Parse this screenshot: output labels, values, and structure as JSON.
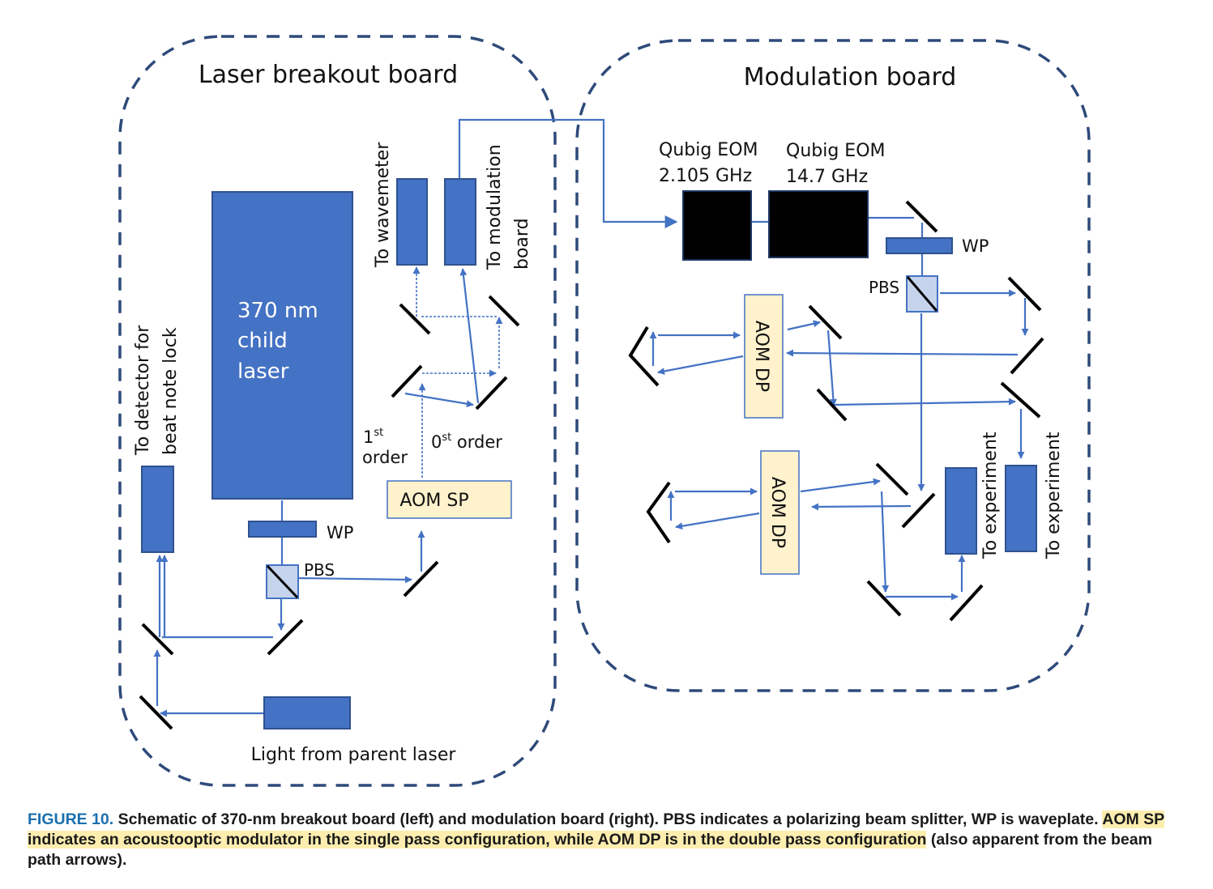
{
  "boards": {
    "left_title": "Laser breakout board",
    "right_title": "Modulation board"
  },
  "left": {
    "laser_line1": "370 nm",
    "laser_line2": "child",
    "laser_line3": "laser",
    "wp": "WP",
    "pbs": "PBS",
    "aom": "AOM SP",
    "to_wavemeter": "To wavemeter",
    "to_modulation_1": "To modulation",
    "to_modulation_2": "board",
    "detector_1": "To detector for",
    "detector_2": "beat note lock",
    "first_order_num": "1",
    "first_order_sup": "st",
    "first_order_word": "order",
    "zeroth_order_num": "0",
    "zeroth_order_sup": "st",
    "zeroth_order_word": " order",
    "parent_laser": "Light from parent laser"
  },
  "right": {
    "eom1_line1": "Qubig EOM",
    "eom1_line2": "2.105 GHz",
    "eom2_line1": "Qubig  EOM",
    "eom2_line2": "14.7 GHz",
    "wp": "WP",
    "pbs": "PBS",
    "aom_dp_1": "AOM DP",
    "aom_dp_2": "AOM DP",
    "experiment_1": "To experiment",
    "experiment_2": "To experiment"
  },
  "caption": {
    "figure": "FIGURE 10.",
    "text1": " Schematic of 370-nm breakout board (left) and modulation board (right). PBS indicates a polarizing beam splitter, WP is waveplate. ",
    "highlight": "AOM SP indicates an acoustooptic modulator in the single pass configuration, while AOM DP is in the double pass configuration",
    "text2": " (also apparent from the beam path arrows)."
  },
  "colors": {
    "component_blue": "#4472c4",
    "board_outline": "#2e4a7a",
    "aom_fill": "#fff2cc",
    "eom_fill": "#000000",
    "figure_label": "#1a6fae",
    "highlight": "#fdeeb0"
  }
}
